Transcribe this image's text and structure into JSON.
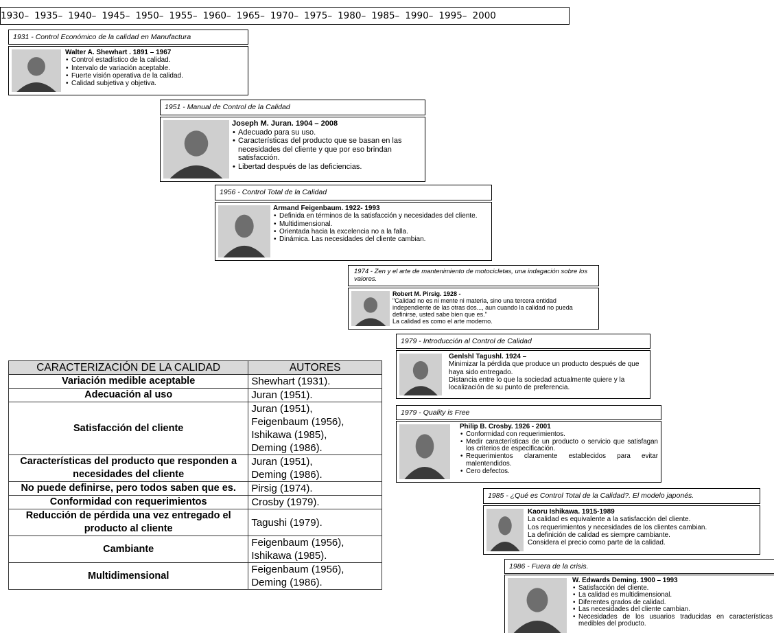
{
  "timeline": [
    "1930–",
    "1935–",
    "1940–",
    "1945–",
    "1950–",
    "1955–",
    "1960–",
    "1965–",
    "1970–",
    "1975–",
    "1980–",
    "1985–",
    "1990–",
    "1995–",
    "2000"
  ],
  "entries": [
    {
      "header": "1931 - Control Económico de la calidad en Manufactura",
      "name": "Walter A. Shewhart . 1891 – 1967",
      "bullets": [
        "Control estadístico de la calidad.",
        "Intervalo de variación  aceptable.",
        "Fuerte visión operativa de la calidad.",
        "Calidad subjetiva y objetiva."
      ]
    },
    {
      "header": "1951 - Manual de Control de la Calidad",
      "name": "Joseph M. Juran. 1904 – 2008",
      "bullets": [
        "Adecuado para su uso.",
        "Características del producto que se basan en las necesidades del cliente y que por eso brindan satisfacción.",
        "Libertad después de las deficiencias."
      ]
    },
    {
      "header": "1956 - Control Total de la Calidad",
      "name": "Armand  Feigenbaum. 1922- 1993",
      "bullets": [
        "Definida en términos de la satisfacción y  necesidades del cliente.",
        "Multidimensional.",
        "Orientada hacia la excelencia no a la falla.",
        "Dinámica. Las necesidades del cliente cambian."
      ]
    },
    {
      "header": "1974 - Zen y el arte de mantenimiento de motocicletas, una indagación sobre los valores.",
      "name": "Robert M. Pirsig. 1928 -",
      "lines": [
        "\"Calidad no es ni mente ni materia, sino una tercera entidad independiente de las otras dos..., aun cuando la calidad no pueda definirse, usted sabe bien que es.\"",
        "La calidad es como el arte moderno."
      ]
    },
    {
      "header": "1979 - Introducción al Control de Calidad",
      "name": "Genlshl Tagushl. 1924 –",
      "lines": [
        "Minimizar la pérdida que produce un producto después de que haya sido entregado.",
        "Distancia entre lo que la sociedad actualmente quiere y la localización de su punto de preferencia."
      ]
    },
    {
      "header": "1979 - Quality is Free",
      "name": "Philip B. Crosby. 1926 - 2001",
      "bullets": [
        "Conformidad con requerimientos.",
        "Medir características de un producto o servicio que satisfagan los criterios de especificación.",
        "Requerimientos claramente establecidos para evitar malentendidos.",
        "Cero defectos."
      ]
    },
    {
      "header": "1985 - ¿Qué es Control Total de la Calidad?. El modelo japonés.",
      "name": "Kaoru Ishikawa. 1915-1989",
      "lines": [
        "La calidad es equivalente a la satisfacción del cliente.",
        "Los requerimientos y necesidades de los clientes cambian.",
        "La definición de calidad es siempre cambiante.",
        "Considera el precio como parte de la calidad."
      ]
    },
    {
      "header": "1986 -  Fuera de la crisis.",
      "name": "W. Edwards Deming.  1900 – 1993",
      "bullets": [
        "Satisfacción del cliente.",
        "La calidad es multidimensional.",
        "Diferentes grados de calidad.",
        "Las necesidades del cliente cambian.",
        "Necesidades de los usuarios traducidas en características medibles del producto."
      ]
    }
  ],
  "table": {
    "headers": [
      "CARACTERIZACIÓN DE LA CALIDAD",
      "AUTORES"
    ],
    "rows": [
      {
        "c": "Variación medible aceptable",
        "a": [
          "Shewhart (1931)."
        ]
      },
      {
        "c": "Adecuación al uso",
        "a": [
          "Juran (1951)."
        ]
      },
      {
        "c": "Satisfacción del cliente",
        "a": [
          "Juran (1951),",
          "Feigenbaum (1956),",
          "Ishikawa (1985),",
          "Deming (1986)."
        ]
      },
      {
        "c": "Características del producto que responden a necesidades del cliente",
        "a": [
          "Juran (1951),",
          "Deming (1986)."
        ]
      },
      {
        "c": "No puede definirse, pero todos saben que es.",
        "a": [
          "Pirsig (1974)."
        ]
      },
      {
        "c": "Conformidad con requerimientos",
        "a": [
          "Crosby (1979)."
        ]
      },
      {
        "c": "Reducción de pérdida una vez entregado el producto al cliente",
        "a": [
          "Tagushi (1979)."
        ]
      },
      {
        "c": "Cambiante",
        "a": [
          "Feigenbaum (1956),",
          "Ishikawa (1985)."
        ]
      },
      {
        "c": "Multidimensional",
        "a": [
          "Feigenbaum (1956),",
          "Deming (1986)."
        ]
      }
    ]
  }
}
